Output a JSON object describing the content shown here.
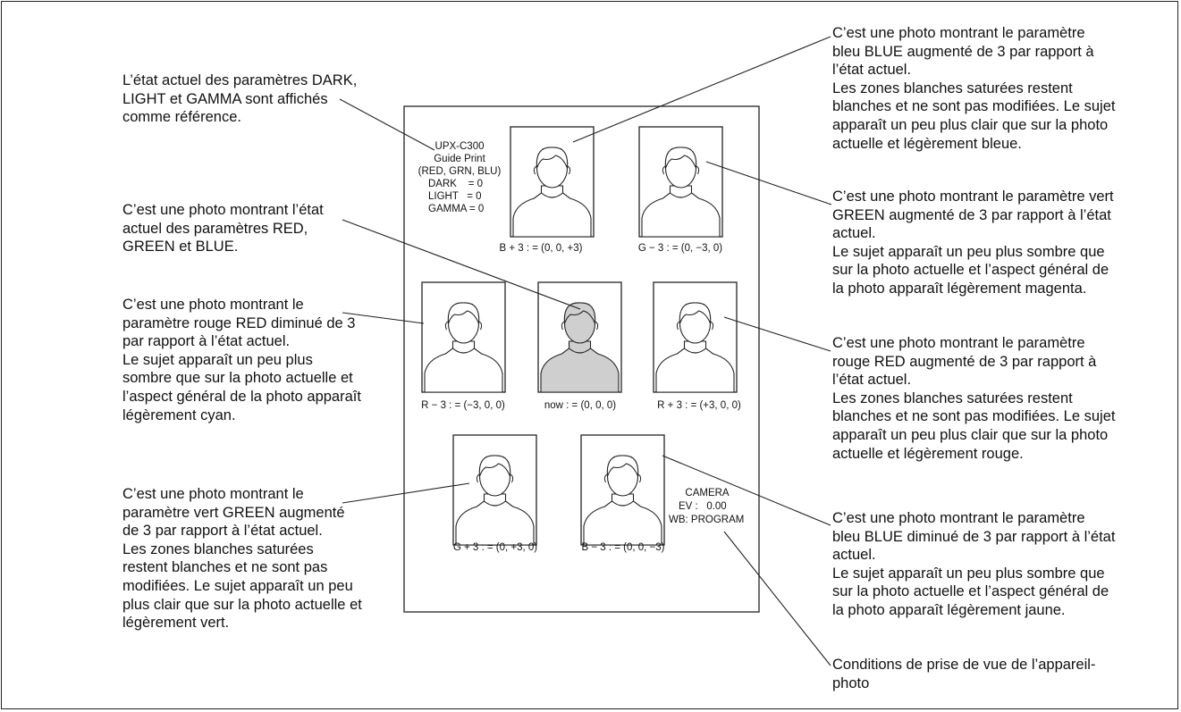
{
  "sheet": {
    "header_lines": [
      "UPX-C300",
      "Guide Print",
      "(RED, GRN, BLU)",
      "DARK    = 0",
      "LIGHT   = 0",
      "GAMMA = 0"
    ],
    "camera_lines": [
      "CAMERA",
      "EV :   0.00",
      "WB: PROGRAM"
    ],
    "photos": [
      {
        "id": "b-plus",
        "caption": "B + 3 : = (0, 0, +3)",
        "shaded": false
      },
      {
        "id": "g-minus",
        "caption": "G − 3 : = (0, −3, 0)",
        "shaded": false
      },
      {
        "id": "r-minus",
        "caption": "R − 3 : = (−3, 0, 0)",
        "shaded": false
      },
      {
        "id": "now",
        "caption": "now : = (0, 0, 0)",
        "shaded": true
      },
      {
        "id": "r-plus",
        "caption": "R + 3 : = (+3, 0, 0)",
        "shaded": false
      },
      {
        "id": "g-plus",
        "caption": "G + 3 : = (0, +3, 0)",
        "shaded": false
      },
      {
        "id": "b-minus",
        "caption": "B − 3 : = (0, 0, −3)",
        "shaded": false
      }
    ]
  },
  "annotations": {
    "left": [
      {
        "id": "current-settings",
        "lines": [
          "L’état actuel des paramètres DARK,",
          "LIGHT et GAMMA sont affichés",
          "comme référence."
        ]
      },
      {
        "id": "current-rgb",
        "lines": [
          "C’est une photo montrant l’état",
          "actuel des paramètres RED,",
          "GREEN et BLUE."
        ]
      },
      {
        "id": "red-minus",
        "lines": [
          "C’est une photo montrant le",
          "paramètre rouge RED diminué de 3",
          "par rapport à l’état actuel.",
          "Le sujet apparaît un peu plus",
          "sombre que sur la photo actuelle et",
          "l’aspect général de la photo apparaît",
          "légèrement cyan."
        ]
      },
      {
        "id": "green-plus",
        "lines": [
          "C’est une photo montrant le",
          "paramètre vert GREEN augmenté",
          "de 3 par rapport à l’état actuel.",
          "Les zones blanches saturées",
          "restent blanches et ne sont pas",
          "modifiées. Le sujet apparaît un peu",
          "plus clair que sur la photo actuelle et",
          "légèrement vert."
        ]
      }
    ],
    "right": [
      {
        "id": "blue-plus",
        "lines": [
          "C’est une photo montrant le paramètre",
          "bleu BLUE augmenté de 3 par rapport à",
          "l’état actuel.",
          "Les zones blanches saturées restent",
          "blanches et ne sont pas modifiées. Le sujet",
          "apparaît un peu plus clair que sur la photo",
          "actuelle et légèrement bleue."
        ]
      },
      {
        "id": "green-minus",
        "lines": [
          "C’est une photo montrant le paramètre vert",
          "GREEN augmenté de 3 par rapport à l’état",
          "actuel.",
          "Le sujet apparaît un peu plus sombre que",
          "sur la photo actuelle et l’aspect général de",
          "la photo apparaît légèrement magenta."
        ]
      },
      {
        "id": "red-plus",
        "lines": [
          "C’est une photo montrant le paramètre",
          "rouge RED augmenté de 3 par rapport à",
          "l’état actuel.",
          "Les zones blanches saturées restent",
          "blanches et ne sont pas modifiées. Le sujet",
          "apparaît un peu plus clair que sur la photo",
          "actuelle et légèrement rouge."
        ]
      },
      {
        "id": "blue-minus",
        "lines": [
          "C’est une photo montrant le paramètre",
          "bleu BLUE diminué de 3 par rapport à l’état",
          "actuel.",
          "Le sujet apparaît un peu plus sombre que",
          "sur la photo actuelle et l’aspect général de",
          "la photo apparaît légèrement jaune."
        ]
      },
      {
        "id": "camera-conditions",
        "lines": [
          "Conditions de prise de vue de l’appareil-",
          "photo"
        ]
      }
    ]
  },
  "colors": {
    "line": "#222222",
    "shaded_photo": "#cfcfcf",
    "background": "#ffffff"
  }
}
